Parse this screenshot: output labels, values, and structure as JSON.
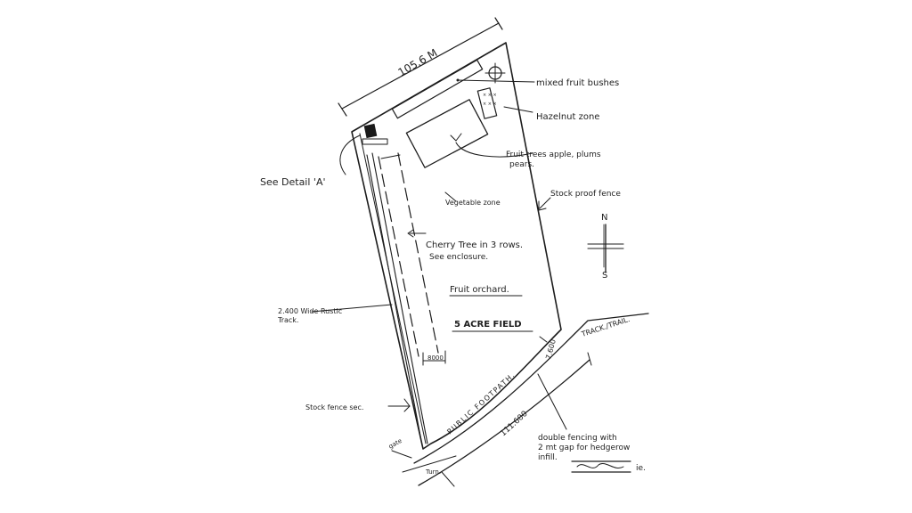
{
  "dimension_top": "105.6 M",
  "labels": {
    "mixed_fruit_bushes": "mixed fruit bushes",
    "hazelnut_zone": "Hazelnut zone",
    "fruit_trees_line1": "Fruit trees apple, plums",
    "fruit_trees_line2": "pears.",
    "see_detail": "See Detail 'A'",
    "stock_proof_fence": "Stock proof fence",
    "vegetable_zone": "Vegetable zone",
    "cherry_line1": "Cherry Tree in 3 rows.",
    "cherry_line2": "See enclosure.",
    "fruit_orchard": "Fruit orchard.",
    "five_acre_field": "5 ACRE FIELD",
    "track_trail": "TRACK./TRAIL.",
    "rustic_track_line1": "2.400 Wide Rustic",
    "rustic_track_line2": "Track.",
    "dim_8000": "8000",
    "dim_7600": "7.600",
    "public_footpath": "PUBLIC FOOTPATH.",
    "dim_111600": "111.600",
    "stock_fence_sec": "Stock fence sec.",
    "gate": "gate",
    "turn": "Turn.",
    "double_fencing_line1": "double fencing with",
    "double_fencing_line2": "2 mt gap for hedgerow",
    "double_fencing_line3": "infill.",
    "hedge_symbol_note": "ie.",
    "compass_north": "N",
    "compass_south": "S"
  },
  "colors": {
    "ink": "#1c1c1c",
    "paper": "#ffffff"
  }
}
